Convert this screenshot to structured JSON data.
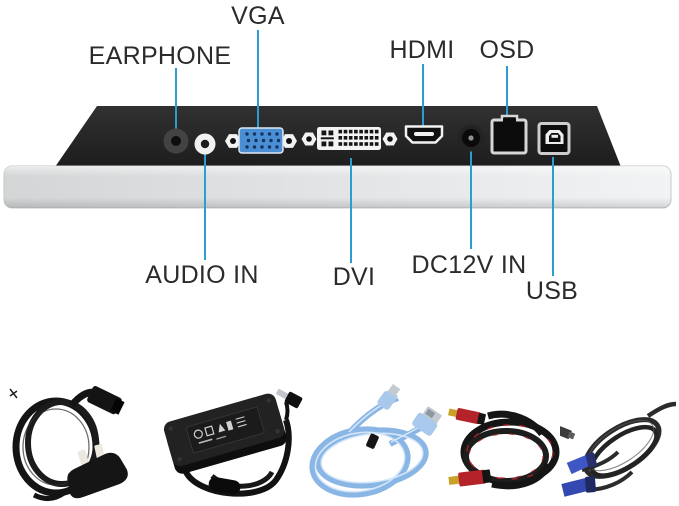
{
  "labels": {
    "earphone": "EARPHONE",
    "vga": "VGA",
    "hdmi": "HDMI",
    "osd": "OSD",
    "audio_in": "AUDIO IN",
    "dvi": "DVI",
    "dc12v_in": "DC12V IN",
    "usb": "USB"
  },
  "ports": [
    {
      "icon": "earphone-jack-icon",
      "label": "EARPHONE"
    },
    {
      "icon": "audio-in-jack-icon",
      "label": "AUDIO IN"
    },
    {
      "icon": "vga-port-icon",
      "label": "VGA"
    },
    {
      "icon": "dvi-port-icon",
      "label": "DVI"
    },
    {
      "icon": "hdmi-port-icon",
      "label": "HDMI"
    },
    {
      "icon": "dc12v-jack-icon",
      "label": "DC12V IN"
    },
    {
      "icon": "osd-rj45-port-icon",
      "label": "OSD"
    },
    {
      "icon": "usb-b-port-icon",
      "label": "USB"
    }
  ],
  "accessories": [
    {
      "icon": "uk-power-cord-photo"
    },
    {
      "icon": "power-adapter-photo"
    },
    {
      "icon": "blue-usb-cable-photo"
    },
    {
      "icon": "red-black-hdmi-cable-photo"
    },
    {
      "icon": "vga-cable-photo"
    }
  ],
  "colors": {
    "leader_line": "#2d9cd0",
    "label_text": "#2b2b2b",
    "panel_black": "#232323",
    "bezel_silver": "#dfe1e2",
    "vga_port_blue": "#4a8fd4",
    "usb_cable_blue": "#8ab6e6",
    "hdmi_cable_red": "#b5232a",
    "vga_plug_blue": "#3e57c4"
  }
}
